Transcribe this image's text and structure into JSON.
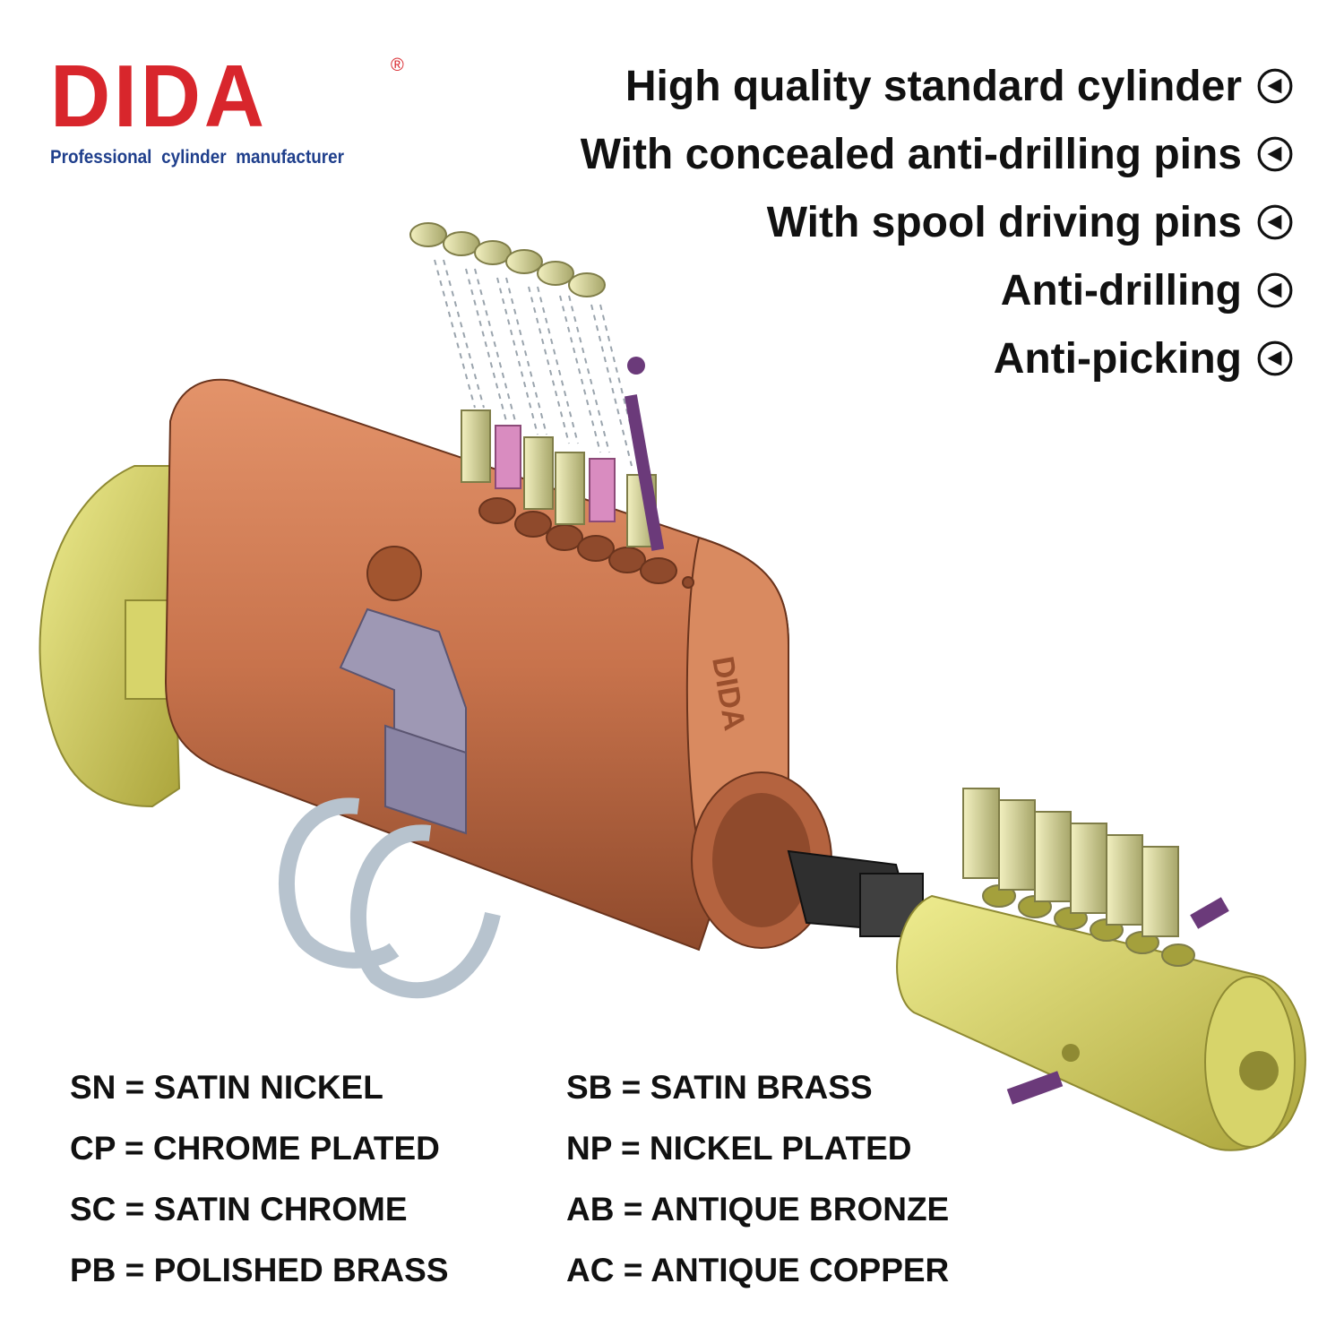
{
  "brand": {
    "name": "DIDA",
    "registered": "®",
    "tagline": "Professional cylinder manufacturer"
  },
  "features": [
    {
      "text": "High quality standard cylinder",
      "icon": "arrow-left-circle-icon"
    },
    {
      "text": "With concealed anti-drilling pins",
      "icon": "arrow-left-circle-icon"
    },
    {
      "text": "With spool driving pins",
      "icon": "arrow-left-circle-icon"
    },
    {
      "text": "Anti-drilling",
      "icon": "arrow-left-circle-icon"
    },
    {
      "text": "Anti-picking",
      "icon": "arrow-left-circle-icon"
    }
  ],
  "diagram": {
    "body_marking": "DIDA",
    "colors": {
      "brass": "#d7d46a",
      "copper": "#c8734c",
      "purple": "#6b3a7a",
      "pink": "#d98cc0",
      "steel": "#b7c3ce",
      "cam": "#9e98b4"
    }
  },
  "legend": {
    "left": [
      "SN = SATIN NICKEL",
      "CP = CHROME PLATED",
      "SC = SATIN CHROME",
      "PB = POLISHED BRASS"
    ],
    "right": [
      "SB = SATIN BRASS",
      "NP = NICKEL PLATED",
      "AB = ANTIQUE BRONZE",
      "AC = ANTIQUE COPPER"
    ]
  }
}
